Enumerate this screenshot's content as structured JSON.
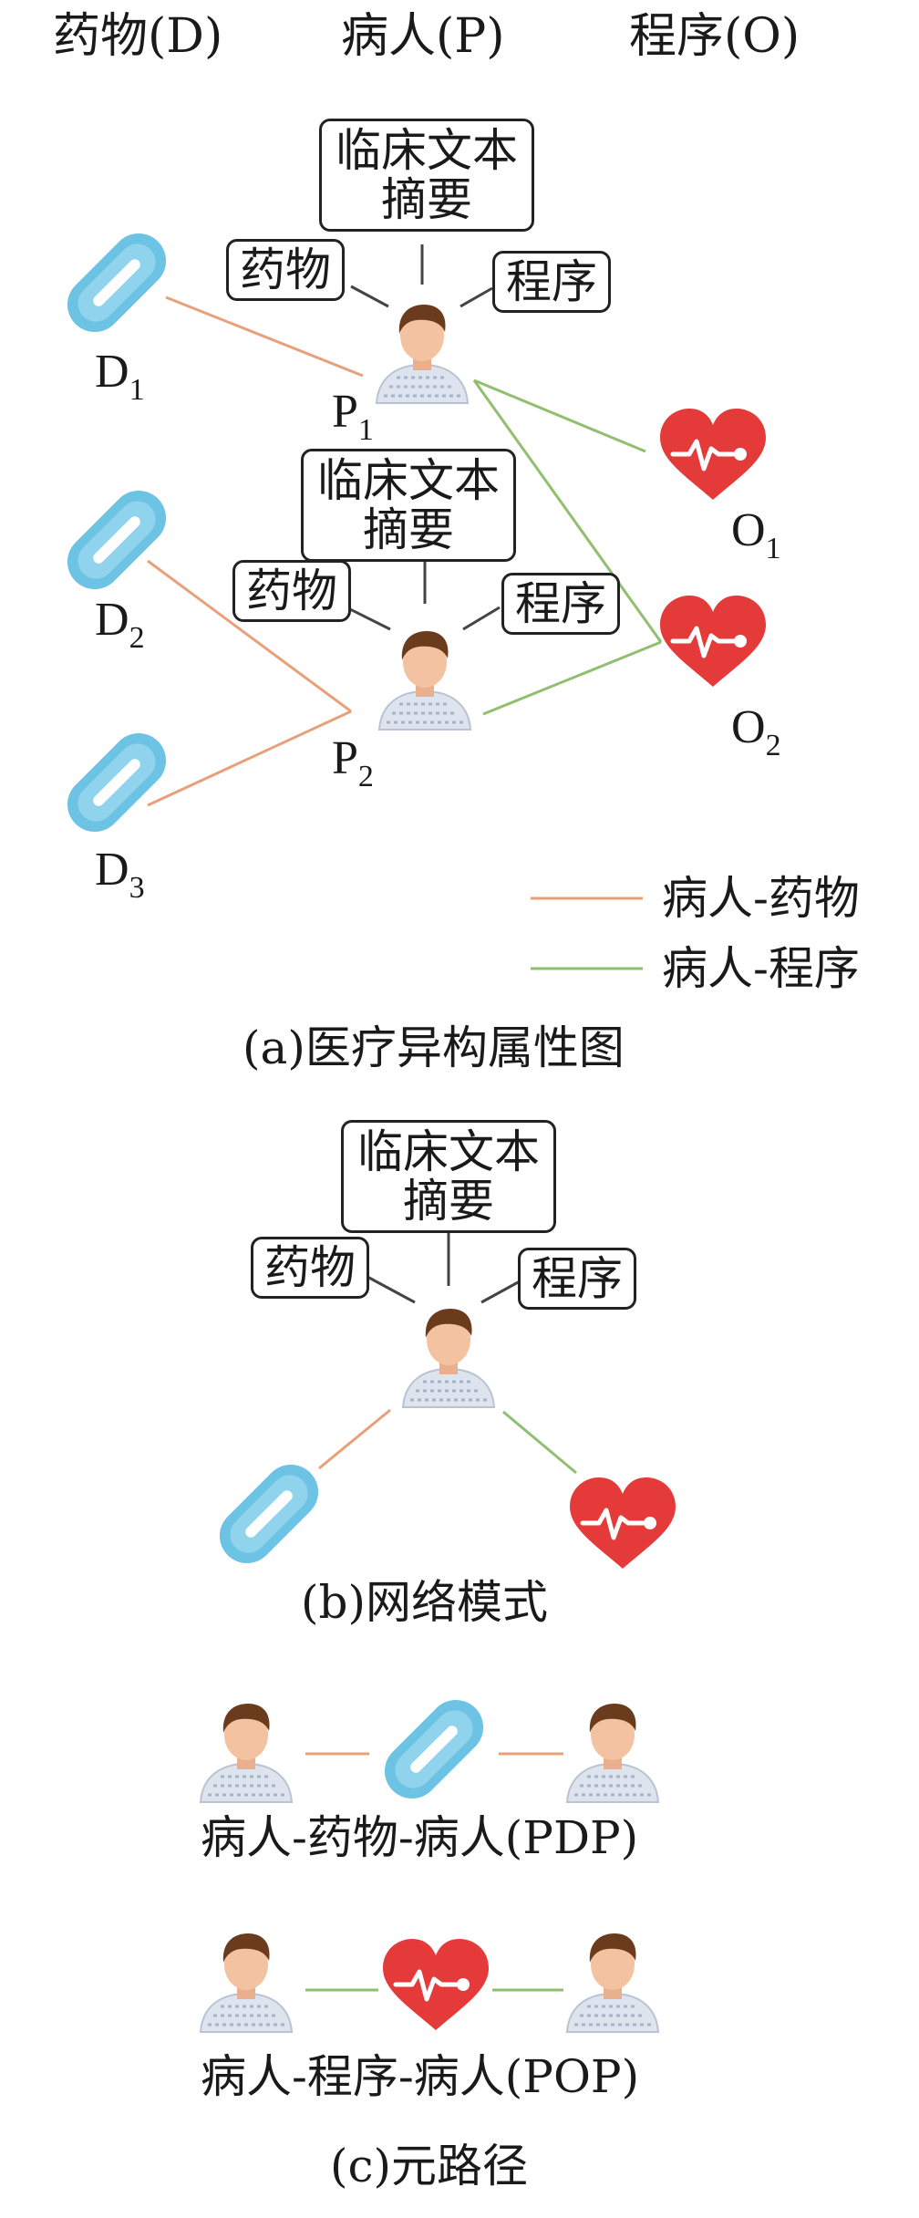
{
  "header": {
    "drug": "药物(D)",
    "patient": "病人(P)",
    "procedure": "程序(O)"
  },
  "boxes": {
    "abstract_line1": "临床文本",
    "abstract_line2": "摘要",
    "drug": "药物",
    "procedure": "程序"
  },
  "nodes": {
    "D1": {
      "main": "D",
      "sub": "1"
    },
    "D2": {
      "main": "D",
      "sub": "2"
    },
    "D3": {
      "main": "D",
      "sub": "3"
    },
    "P1": {
      "main": "P",
      "sub": "1"
    },
    "P2": {
      "main": "P",
      "sub": "2"
    },
    "O1": {
      "main": "O",
      "sub": "1"
    },
    "O2": {
      "main": "O",
      "sub": "2"
    }
  },
  "legend": {
    "patient_drug": "病人-药物",
    "patient_procedure": "病人-程序",
    "patient_drug_color": "#e8a07a",
    "patient_procedure_color": "#8fbf6f"
  },
  "captions": {
    "a": "(a)医疗异构属性图",
    "b": "(b)网络模式",
    "c": "(c)元路径",
    "pdp": "病人-药物-病人(PDP)",
    "pop": "病人-程序-病人(POP)"
  },
  "icons": [
    "pill-icon",
    "patient-icon",
    "heart-icon"
  ]
}
